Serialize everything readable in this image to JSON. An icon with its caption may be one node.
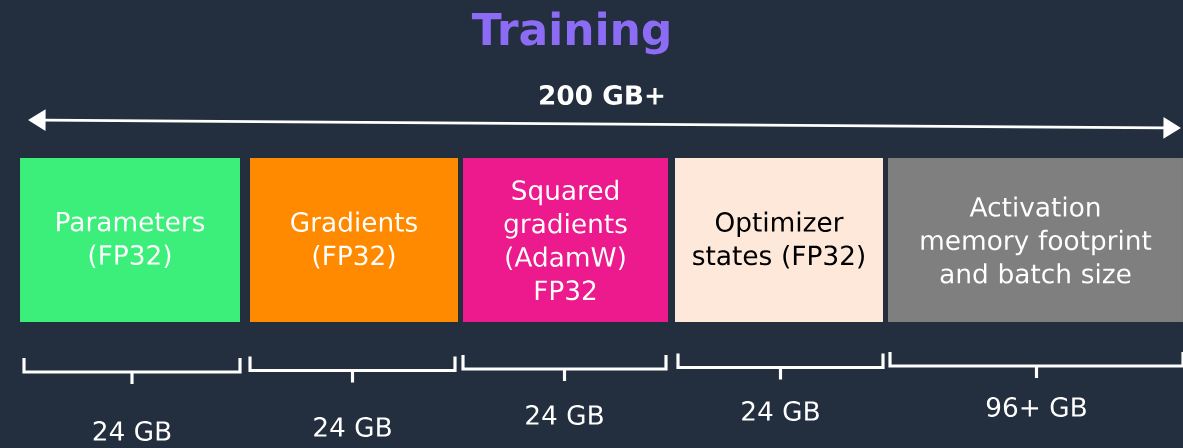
{
  "diagram": {
    "title": "Training",
    "nodes": [
      {
        "text": [
          "Parameters (FP32)"
        ]
      },
      {
        "text": [
          "Gradients (FP32)"
        ]
      },
      {
        "text": [
          "Squared gradients (AdamW) FP32"
        ]
      },
      {
        "text": [
          "Optimizer states (FP32)"
        ]
      },
      {
        "text": [
          "Activation memory footprint and batch size"
        ]
      }
    ],
    "labels": [
      "200 GB+",
      "24 GB",
      "24 GB",
      "24 GB",
      "24 GB",
      "96+ GB"
    ]
  }
}
